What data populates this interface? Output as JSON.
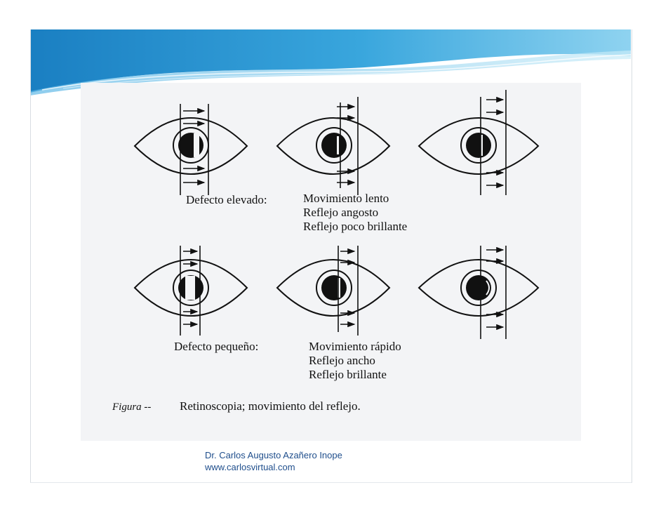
{
  "figure": {
    "rows": [
      {
        "label": "Defecto elevado:",
        "observations": [
          "Movimiento lento",
          "Reflejo angosto",
          "Reflejo poco brillante"
        ]
      },
      {
        "label": "Defecto pequeño:",
        "observations": [
          "Movimiento rápido",
          "Reflejo ancho",
          "Reflejo brillante"
        ]
      }
    ],
    "caption_label": "Figura --",
    "caption_text": "Retinoscopia; movimiento del reflejo."
  },
  "footer": {
    "author": "Dr. Carlos Augusto Azañero Inope",
    "website": "www.carlosvirtual.com"
  },
  "colors": {
    "header_dark": "#1a7fc2",
    "header_light": "#7cc8ec",
    "footer_text": "#1f4e8c",
    "figure_bg": "#f3f4f6"
  }
}
